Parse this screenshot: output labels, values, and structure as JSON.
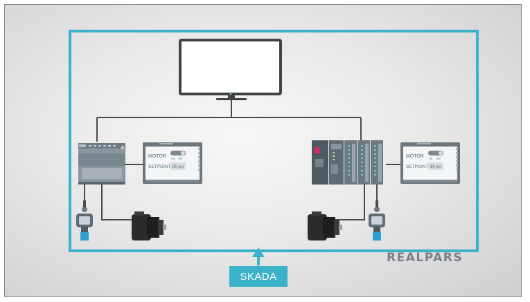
{
  "diagram": {
    "left_hmi": {
      "motor_label": "MOTOR",
      "setpoint_label": "SETPOINT",
      "setpoint_value": "90 psi",
      "on_label": "ON",
      "off_label": "OFF"
    },
    "right_hmi": {
      "motor_label": "MOTOR",
      "setpoint_label": "SETPOINT",
      "setpoint_value": "90 psi",
      "on_label": "ON",
      "off_label": "OFF"
    },
    "scada_label": "SKADA",
    "brand": "REALPARS"
  },
  "colors": {
    "accent": "#3bb2c9",
    "line": "#4a4a4a",
    "device": "#5e6b73"
  }
}
